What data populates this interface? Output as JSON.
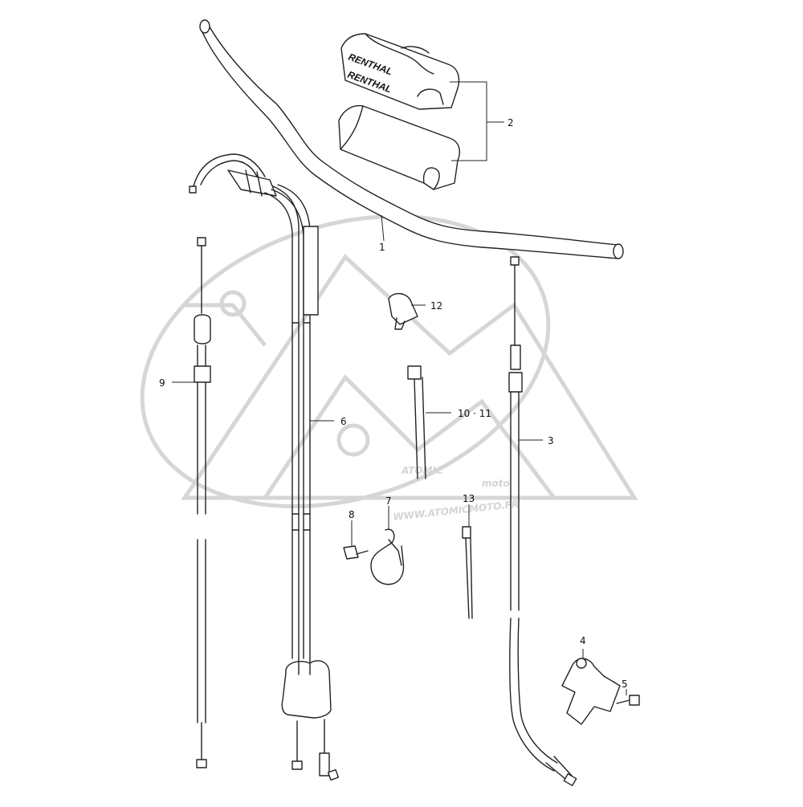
{
  "watermark": {
    "logo_text": "ATOMIC",
    "logo_subtext": "moto",
    "url": "WWW.ATOMICMOTO.FR",
    "color": "#d4d4d4"
  },
  "pad_brand": "RENTHAL",
  "callouts": {
    "c1": "1",
    "c2": "2",
    "c3": "3",
    "c4": "4",
    "c5": "5",
    "c6": "6",
    "c7": "7",
    "c8": "8",
    "c9": "9",
    "c10": "10 · 11",
    "c12": "12",
    "c13": "13"
  },
  "colors": {
    "line": "#222222",
    "watermark": "#d4d4d4",
    "background": "#ffffff"
  }
}
